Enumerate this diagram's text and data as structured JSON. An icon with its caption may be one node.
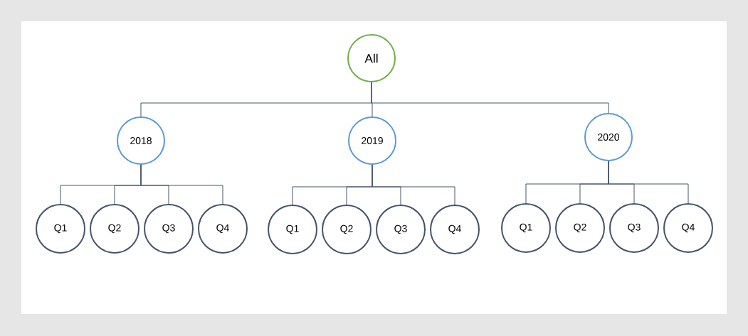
{
  "diagram": {
    "nodes": [
      {
        "text": [
          "All"
        ]
      },
      {
        "text": [
          "2018"
        ]
      },
      {
        "text": [
          "2019"
        ]
      },
      {
        "text": [
          "2020"
        ]
      },
      {
        "text": [
          "Q1"
        ]
      },
      {
        "text": [
          "Q2"
        ]
      },
      {
        "text": [
          "Q3"
        ]
      },
      {
        "text": [
          "Q4"
        ]
      },
      {
        "text": [
          "Q1"
        ]
      },
      {
        "text": [
          "Q2"
        ]
      },
      {
        "text": [
          "Q3"
        ]
      },
      {
        "text": [
          "Q4"
        ]
      },
      {
        "text": [
          "Q1"
        ]
      },
      {
        "text": [
          "Q2"
        ]
      },
      {
        "text": [
          "Q3"
        ]
      },
      {
        "text": [
          "Q4"
        ]
      }
    ],
    "edges": [
      {
        "from": 0,
        "to": 1,
        "arrow": "none"
      },
      {
        "from": 0,
        "to": 2,
        "arrow": "none"
      },
      {
        "from": 0,
        "to": 3,
        "arrow": "none"
      },
      {
        "from": 1,
        "to": 4,
        "arrow": "none"
      },
      {
        "from": 1,
        "to": 5,
        "arrow": "none"
      },
      {
        "from": 1,
        "to": 6,
        "arrow": "none"
      },
      {
        "from": 1,
        "to": 7,
        "arrow": "none"
      },
      {
        "from": 2,
        "to": 8,
        "arrow": "none"
      },
      {
        "from": 2,
        "to": 9,
        "arrow": "none"
      },
      {
        "from": 2,
        "to": 10,
        "arrow": "none"
      },
      {
        "from": 2,
        "to": 11,
        "arrow": "none"
      },
      {
        "from": 3,
        "to": 12,
        "arrow": "none"
      },
      {
        "from": 3,
        "to": 13,
        "arrow": "none"
      },
      {
        "from": 3,
        "to": 14,
        "arrow": "none"
      },
      {
        "from": 3,
        "to": 15,
        "arrow": "none"
      }
    ]
  }
}
